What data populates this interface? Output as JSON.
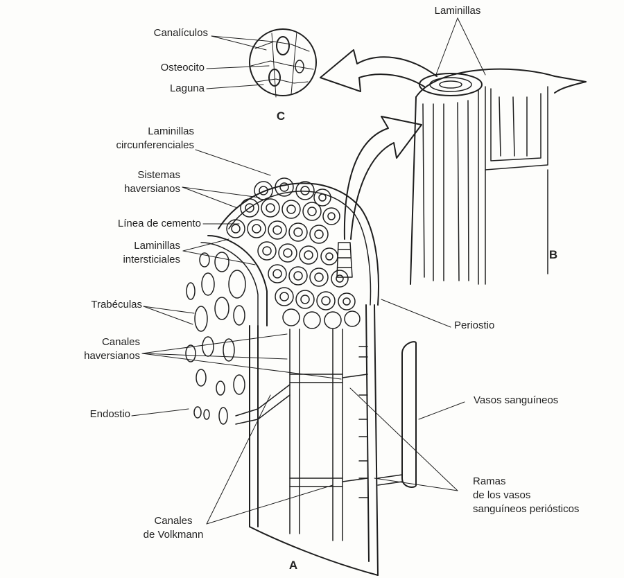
{
  "labels": {
    "canaliculos": "Canalículos",
    "osteocito": "Osteocito",
    "laguna": "Laguna",
    "c": "C",
    "laminillas": "Laminillas",
    "b": "B",
    "lam_circ_1": "Laminillas",
    "lam_circ_2": "circunferenciales",
    "sistemas_1": "Sistemas",
    "sistemas_2": "haversianos",
    "linea_cemento": "Línea de cemento",
    "lam_int_1": "Laminillas",
    "lam_int_2": "intersticiales",
    "trabeculas": "Trabéculas",
    "canales_hav_1": "Canales",
    "canales_hav_2": "haversianos",
    "endostio": "Endostio",
    "periostio": "Periostio",
    "vasos": "Vasos sanguíneos",
    "volkmann_1": "Canales",
    "volkmann_2": "de Volkmann",
    "ramas_1": "Ramas",
    "ramas_2": "de los vasos",
    "ramas_3": "sanguíneos periósticos",
    "a": "A"
  }
}
